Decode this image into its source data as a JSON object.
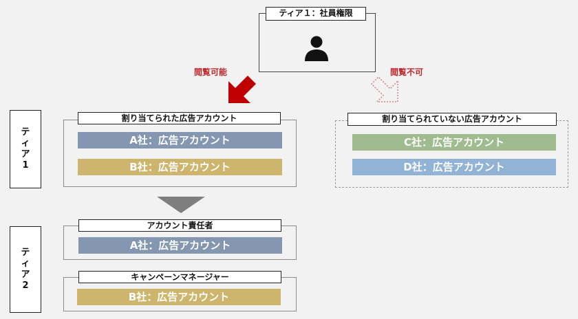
{
  "top": {
    "title": "ティア１：社員権限",
    "icon": "person-icon"
  },
  "arrows": {
    "allowed_label": "閲覧可能",
    "denied_label": "閲覧不可",
    "allowed_color": "#c00000",
    "denied_color": "#d98080"
  },
  "tier1": {
    "label_chars": [
      "テ",
      "ィ",
      "ア",
      "1"
    ],
    "assigned": {
      "title": "割り当てられた広告アカウント",
      "accounts": [
        "A社：広告アカウント",
        "B社：広告アカウント"
      ]
    },
    "unassigned": {
      "title": "割り当てられていない広告アカウント",
      "accounts": [
        "C社：広告アカウント",
        "D社：広告アカウント"
      ]
    }
  },
  "tier2": {
    "label_chars": [
      "テ",
      "ィ",
      "ア",
      "2"
    ],
    "account_manager": {
      "title": "アカウント責任者",
      "accounts": [
        "A社：広告アカウント"
      ]
    },
    "campaign_manager": {
      "title": "キャンペーンマネージャー",
      "accounts": [
        "B社：広告アカウント"
      ]
    }
  },
  "colors": {
    "a_bar": "#8496b0",
    "b_bar": "#cdb56e",
    "c_bar": "#9fbb8f",
    "d_bar": "#92b3d6",
    "down_arrow": "#7f7f7f"
  }
}
